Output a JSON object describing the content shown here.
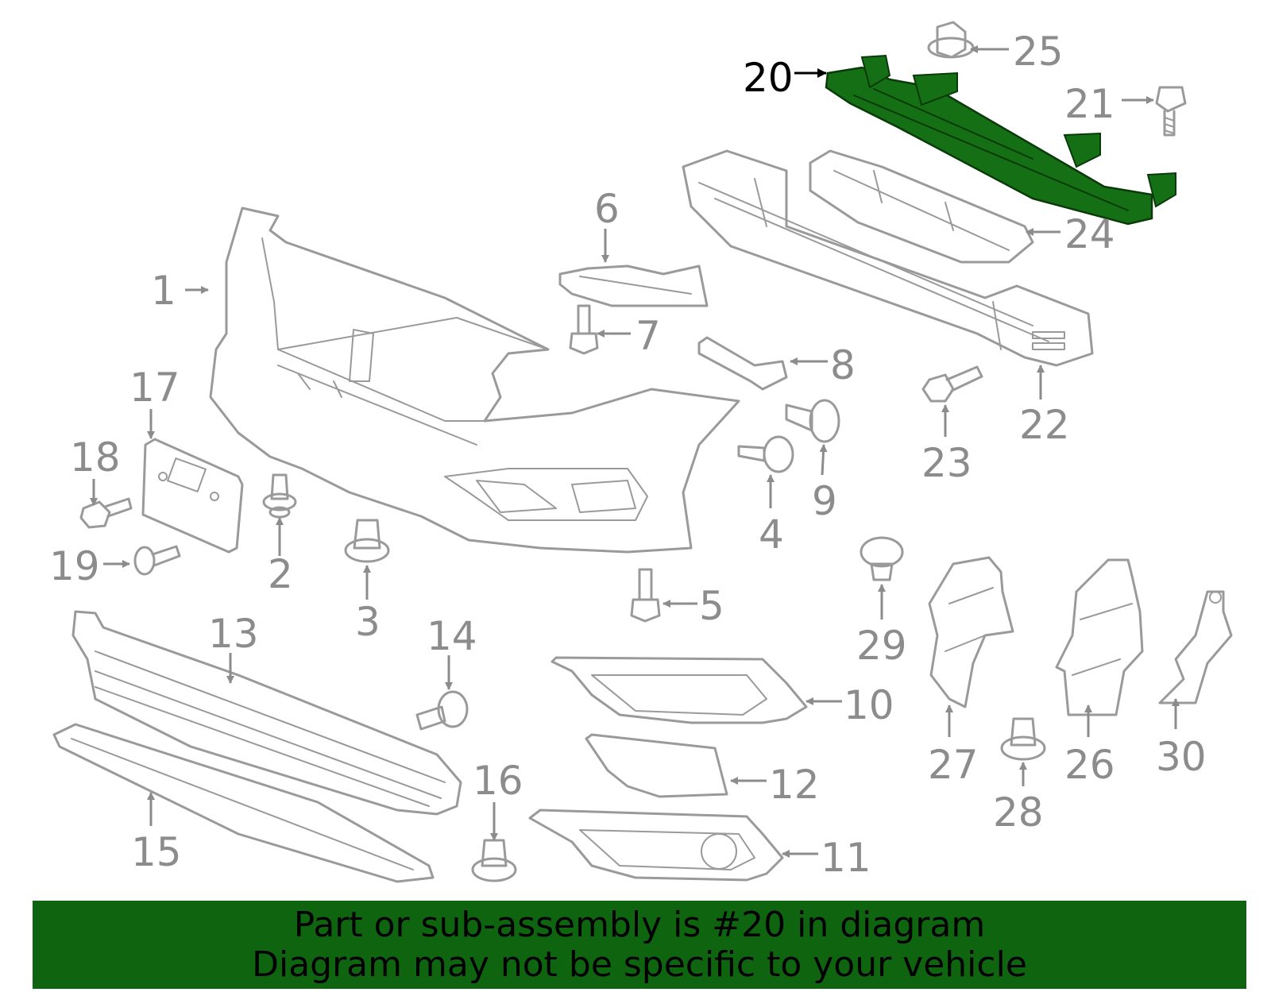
{
  "colors": {
    "banner_bg": "#0f640f",
    "highlight_fill": "#157015",
    "part_stroke": "#9a9a9a",
    "callout_text": "#8c8c8c",
    "highlight_text": "#000000"
  },
  "diagram": {
    "highlighted_part": "20",
    "callouts": [
      "1",
      "2",
      "3",
      "4",
      "5",
      "6",
      "7",
      "8",
      "9",
      "10",
      "11",
      "12",
      "13",
      "14",
      "15",
      "16",
      "17",
      "18",
      "19",
      "20",
      "21",
      "22",
      "23",
      "24",
      "25",
      "26",
      "27",
      "28",
      "29",
      "30"
    ]
  },
  "banner": {
    "line1": "Part or sub-assembly is #20 in diagram",
    "line2": "Diagram may not be specific to your vehicle"
  }
}
